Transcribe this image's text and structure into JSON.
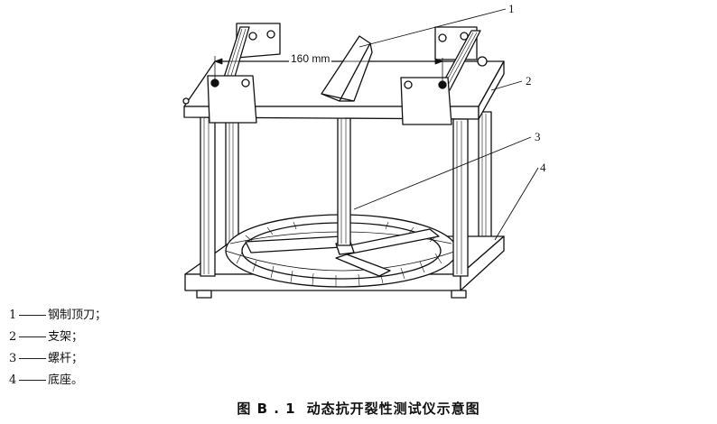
{
  "callouts": [
    "1",
    "2",
    "3",
    "4"
  ],
  "dimension": "160 mm",
  "legend": [
    {
      "num": "1",
      "text": "钢制顶刀；"
    },
    {
      "num": "2",
      "text": "支架；"
    },
    {
      "num": "3",
      "text": "螺杆；"
    },
    {
      "num": "4",
      "text": "底座。"
    }
  ],
  "caption": {
    "figure": "图 B . 1",
    "title": "动态抗开裂性测试仪示意图"
  }
}
